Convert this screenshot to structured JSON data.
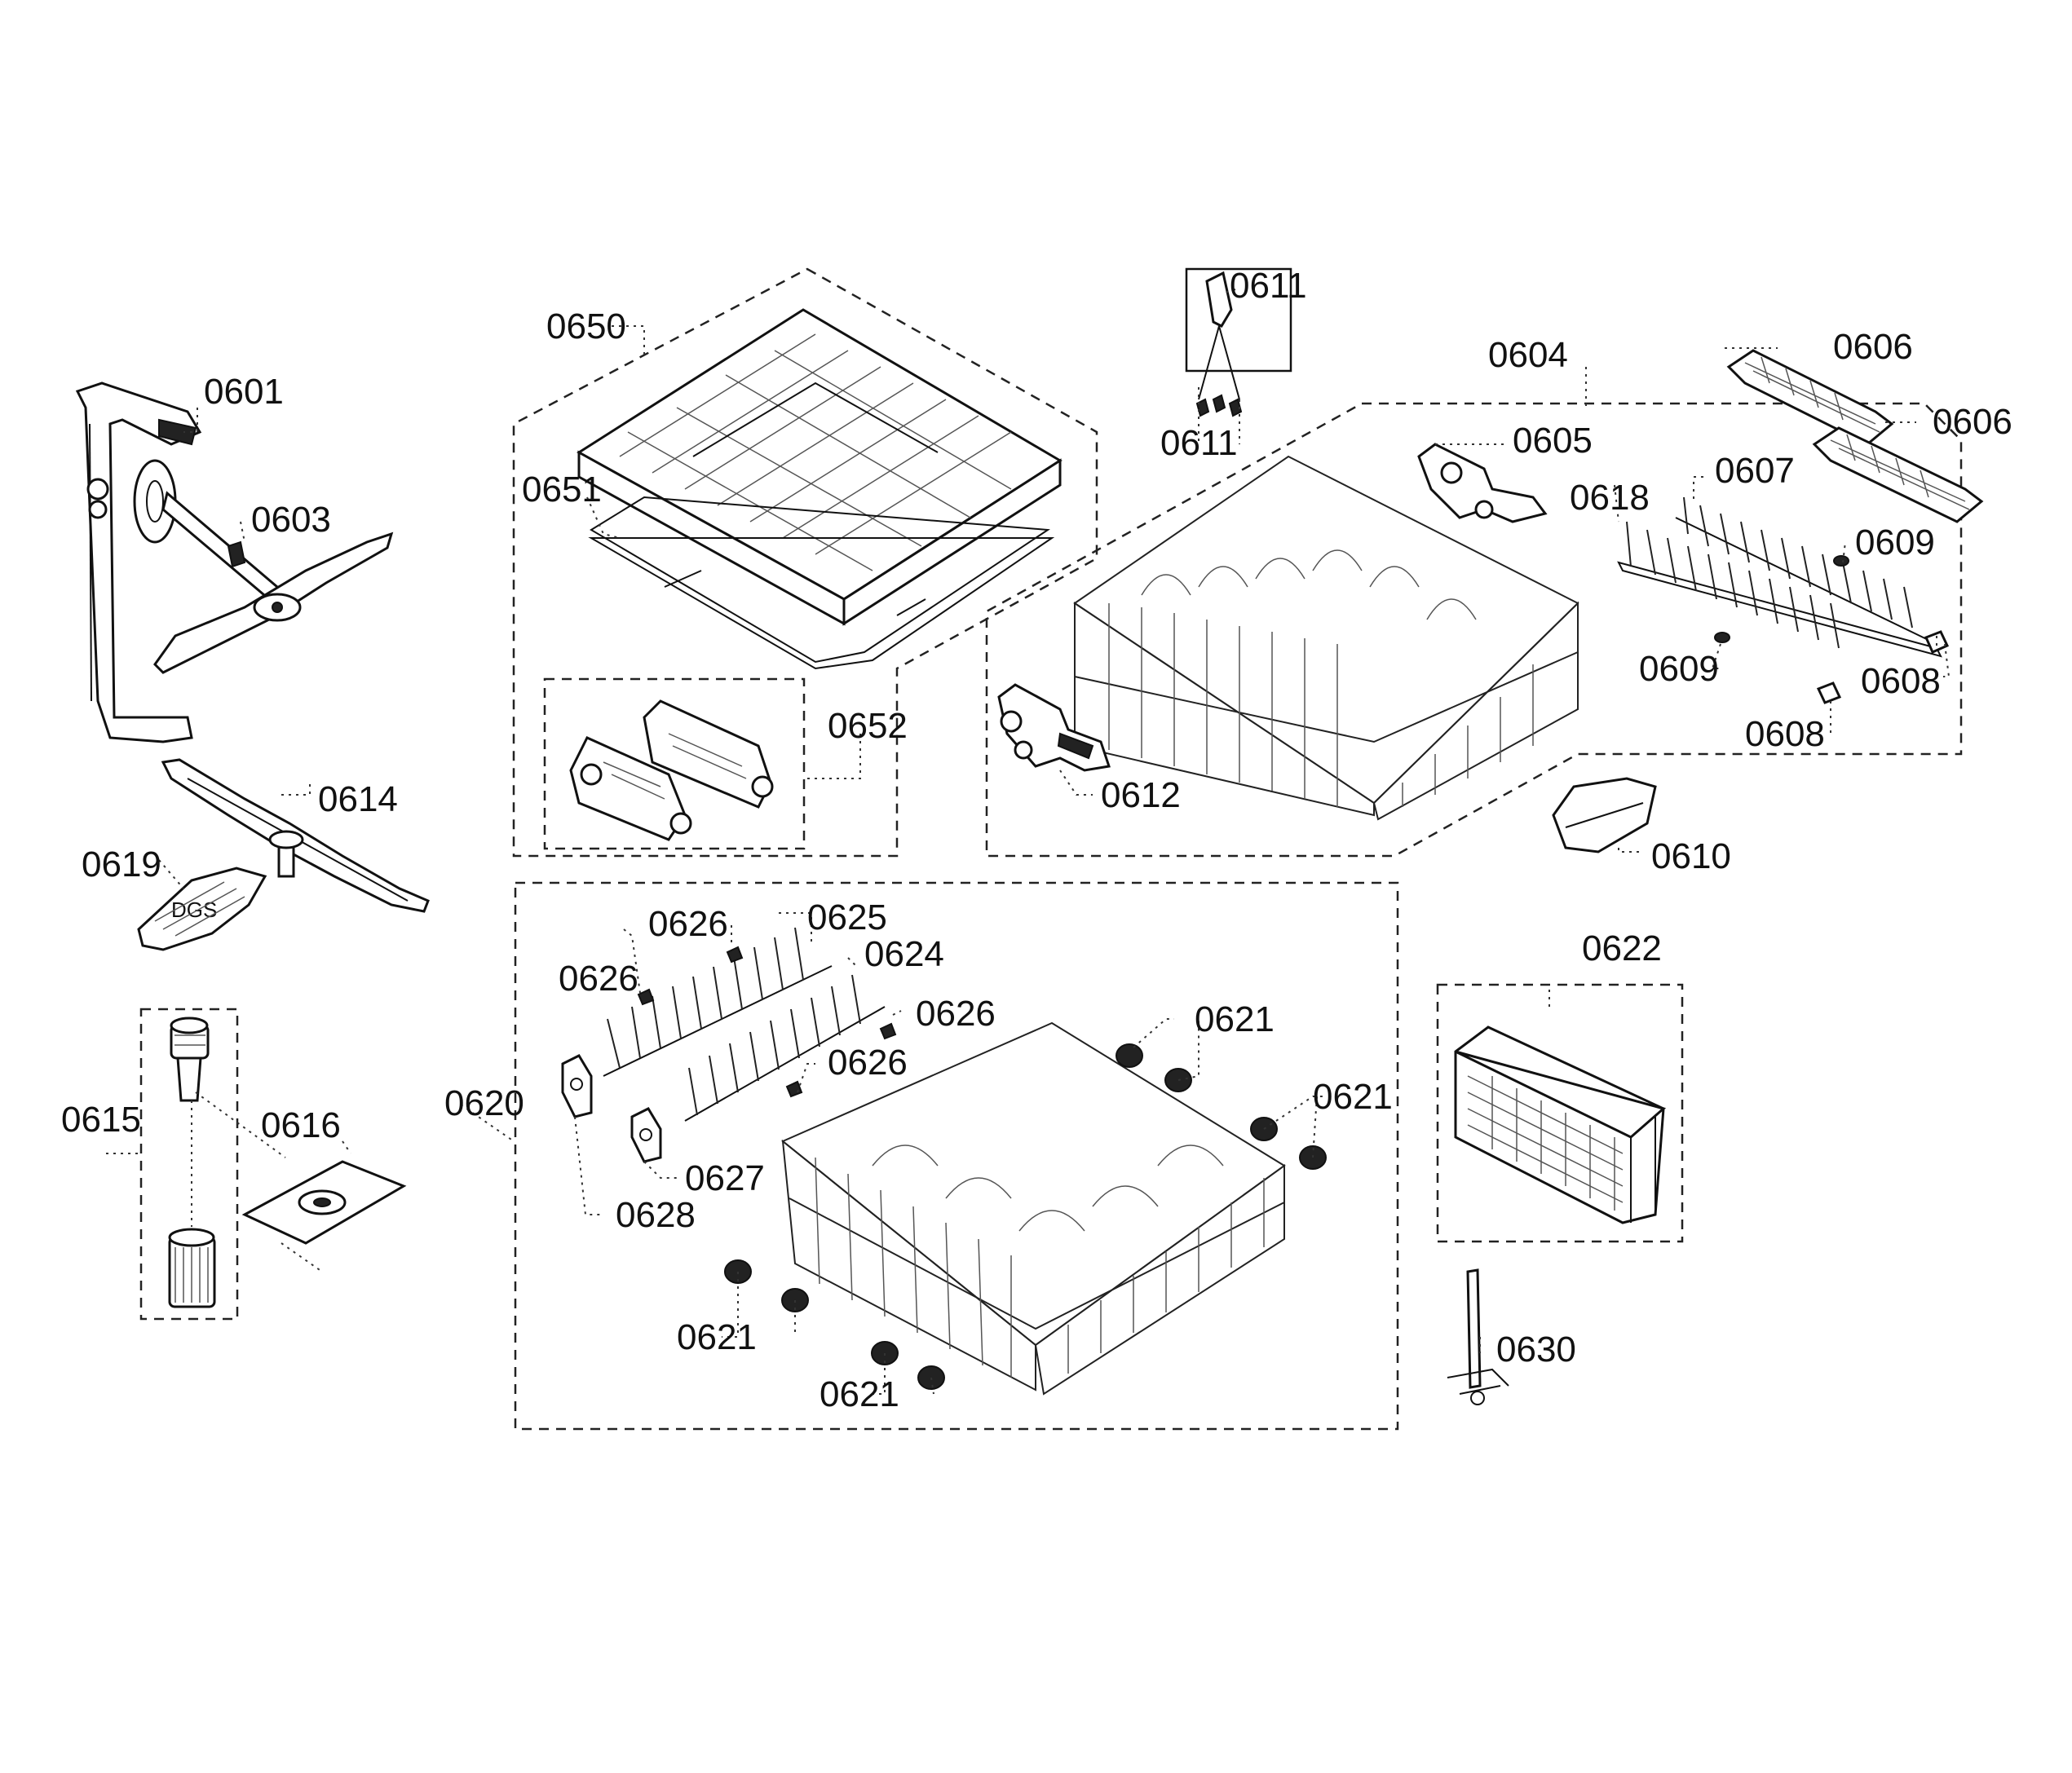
{
  "diagram": {
    "callouts": {
      "c0601": "0601",
      "c0603": "0603",
      "c0604": "0604",
      "c0605": "0605",
      "c0606a": "0606",
      "c0606b": "0606",
      "c0607": "0607",
      "c0608a": "0608",
      "c0608b": "0608",
      "c0609a": "0609",
      "c0609b": "0609",
      "c0610": "0610",
      "c0611a": "0611",
      "c0611b": "0611",
      "c0612": "0612",
      "c0614": "0614",
      "c0615": "0615",
      "c0616": "0616",
      "c0618": "0618",
      "c0619": "0619",
      "c0620": "0620",
      "c0621a": "0621",
      "c0621b": "0621",
      "c0621c": "0621",
      "c0621d": "0621",
      "c0622": "0622",
      "c0624": "0624",
      "c0625": "0625",
      "c0626a": "0626",
      "c0626b": "0626",
      "c0626c": "0626",
      "c0626d": "0626",
      "c0627": "0627",
      "c0628": "0628",
      "c0630": "0630",
      "c0650": "0650",
      "c0651": "0651",
      "c0652": "0652"
    }
  }
}
